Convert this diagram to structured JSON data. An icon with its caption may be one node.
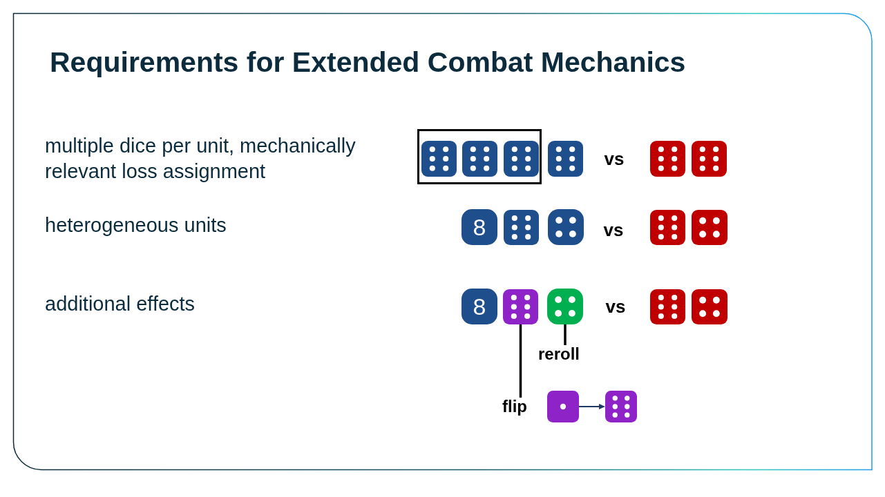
{
  "diagram": {
    "title": "Requirements for Extended Combat Mechanics",
    "nodes": [
      {
        "text": [],
        "shape": "box"
      },
      {
        "text": [],
        "shape": "die",
        "in": 0
      },
      {
        "text": [],
        "shape": "die",
        "in": 0
      },
      {
        "text": [],
        "shape": "die",
        "in": 0
      },
      {
        "text": [],
        "shape": "die"
      },
      {
        "text": [],
        "shape": "die"
      },
      {
        "text": [],
        "shape": "die"
      },
      {
        "text": [
          "8"
        ]
      },
      {
        "text": [],
        "shape": "die"
      },
      {
        "text": [],
        "shape": "die"
      },
      {
        "text": [],
        "shape": "die"
      },
      {
        "text": [],
        "shape": "die"
      },
      {
        "text": [
          "8"
        ]
      },
      {
        "text": [],
        "shape": "die"
      },
      {
        "text": [],
        "shape": "die"
      },
      {
        "text": [],
        "shape": "die"
      },
      {
        "text": [],
        "shape": "die"
      },
      {
        "text": [
          "reroll"
        ]
      },
      {
        "text": [
          "flip"
        ]
      },
      {
        "text": [],
        "shape": "die"
      },
      {
        "text": [],
        "shape": "die"
      }
    ],
    "edges": [
      {
        "from": 17,
        "to": 14,
        "arrow": "none"
      },
      {
        "from": 18,
        "to": 13,
        "arrow": "none"
      },
      {
        "from": 19,
        "to": 20,
        "arrow": "to",
        "color": "#1f3864"
      }
    ],
    "labels": [
      "multiple dice per unit, mechanically relevant loss assignment",
      "vs",
      "heterogeneous units",
      "vs",
      "additional effects",
      "vs"
    ]
  }
}
